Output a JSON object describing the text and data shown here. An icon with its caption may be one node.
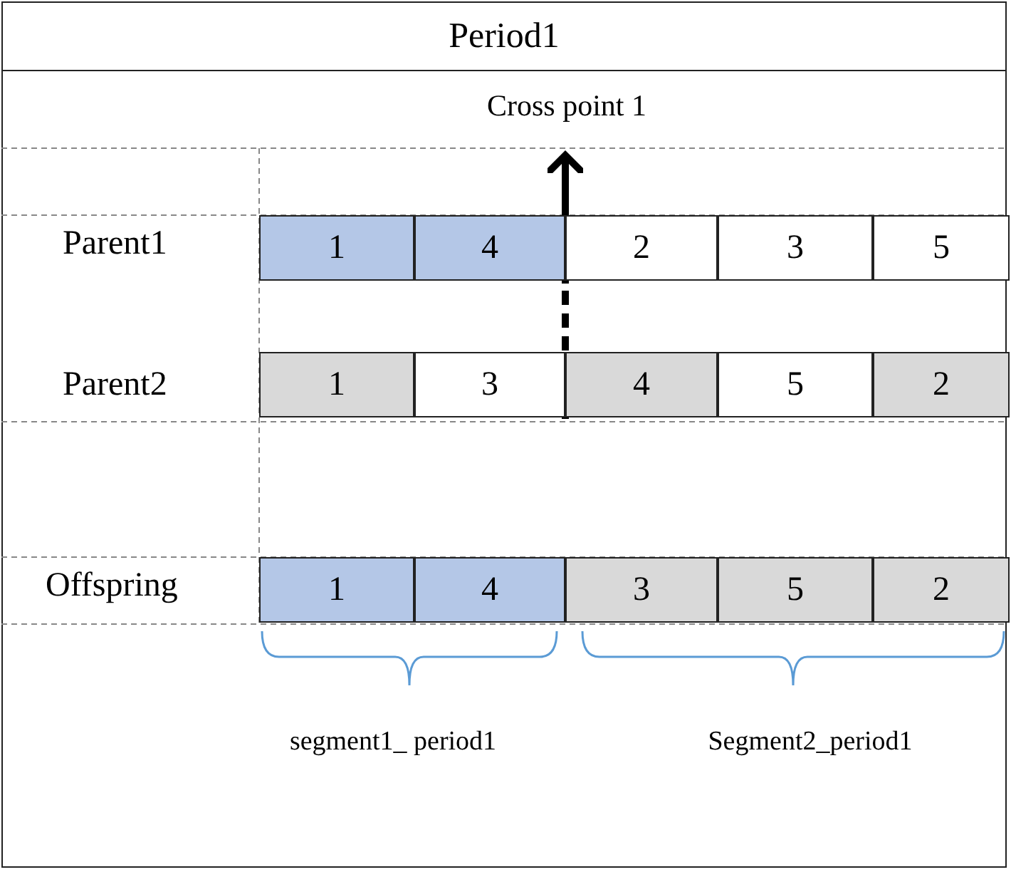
{
  "diagram": {
    "nodes": [
      {
        "text": [
          "Period1"
        ]
      },
      {
        "text": [
          "1"
        ],
        "in": 0
      },
      {
        "text": [
          "4"
        ],
        "in": 0
      },
      {
        "text": [
          "2"
        ],
        "in": 0
      },
      {
        "text": [
          "3"
        ],
        "in": 0
      },
      {
        "text": [
          "5"
        ],
        "in": 0
      },
      {
        "text": [
          "1"
        ],
        "in": 0
      },
      {
        "text": [
          "3"
        ],
        "in": 0
      },
      {
        "text": [
          "4"
        ],
        "in": 0
      },
      {
        "text": [
          "5"
        ],
        "in": 0
      },
      {
        "text": [
          "2"
        ],
        "in": 0
      },
      {
        "text": [
          "1"
        ],
        "in": 0
      },
      {
        "text": [
          "4"
        ],
        "in": 0
      },
      {
        "text": [
          "3"
        ],
        "in": 0
      },
      {
        "text": [
          "5"
        ],
        "in": 0
      },
      {
        "text": [
          "2"
        ],
        "in": 0
      }
    ],
    "labels": [
      "Cross point 1",
      "Parent1",
      "Parent2",
      "Offspring",
      "segment1_ period1",
      "Segment2_period1"
    ]
  }
}
